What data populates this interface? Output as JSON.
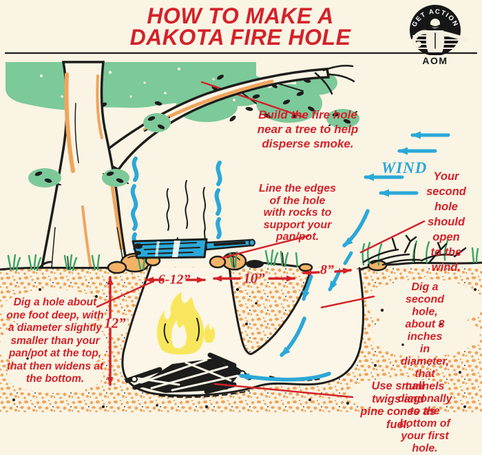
{
  "title": "HOW TO MAKE A\nDAKOTA FIRE HOLE",
  "logo": {
    "arc_text": "GET ACTION",
    "label": "AOM"
  },
  "wind_label": "WIND",
  "annotations": {
    "build_near_tree": "Build the fire hole\nnear a tree to help\ndisperse smoke.",
    "second_hole_wind": "Your\nsecond\nhole should\nopen to the\nwind.",
    "line_edges": "Line the edges\nof the hole\nwith rocks to\nsupport your\npan/pot.",
    "dig_first_hole": "Dig a hole about\none foot deep, with\na diameter slightly\nsmaller than your\npan/pot at the top,\nthat then widens at\nthe bottom.",
    "dig_second_hole": "Dig a second hole,\nabout 8 inches\nin diameter, that\ntunnels diagonally\nto the bottom of\nyour first hole.",
    "fuel": "Use small twigs and\npine cones as fuel."
  },
  "measurements": {
    "first_hole_diameter": "6-12”",
    "hole_spacing": "10”",
    "second_hole_diameter": "8”",
    "hole_depth": "12”"
  },
  "colors": {
    "red": "#D3222A",
    "blue": "#2BA8D8",
    "green": "#7CC99A",
    "soil_orange": "#F0A55C",
    "cream": "#FAF4E4",
    "flame_yellow": "#F8E75C",
    "ink": "#1D1D1B"
  }
}
